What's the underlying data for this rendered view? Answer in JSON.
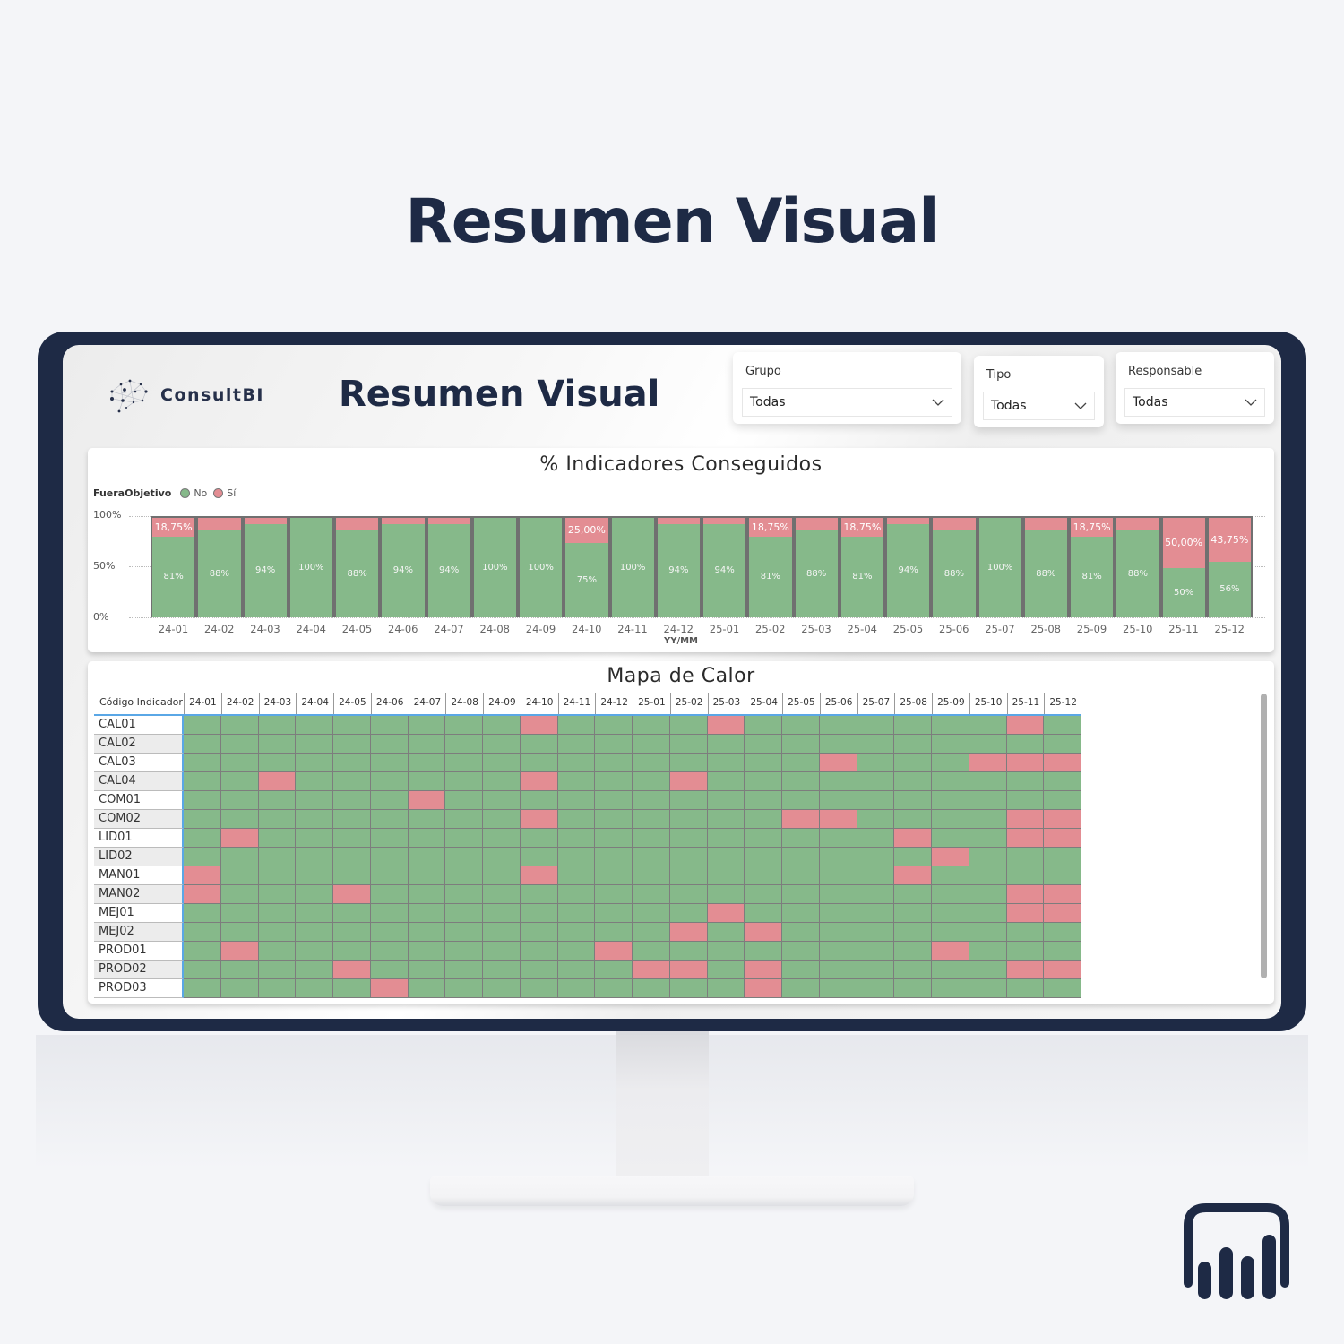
{
  "page": {
    "title": "Resumen Visual"
  },
  "dashboard": {
    "logo_text": "ConsultBI",
    "title": "Resumen Visual",
    "slicers": [
      {
        "label": "Grupo",
        "value": "Todas"
      },
      {
        "label": "Tipo",
        "value": "Todas"
      },
      {
        "label": "Responsable",
        "value": "Todas"
      }
    ]
  },
  "colors": {
    "navy": "#1e2a45",
    "green": "#86b98a",
    "red": "#e38d93",
    "background": "#f4f5f8"
  },
  "chart_data": [
    {
      "type": "bar",
      "stacked": "100%",
      "title": "% Indicadores Conseguidos",
      "xlabel": "YY/MM",
      "ylabel": "",
      "ylim": [
        0,
        100
      ],
      "yticks": [
        "0%",
        "50%",
        "100%"
      ],
      "legend": {
        "title": "FueraObjetivo",
        "entries": [
          "No",
          "Sí"
        ],
        "position": "top-left"
      },
      "categories": [
        "24-01",
        "24-02",
        "24-03",
        "24-04",
        "24-05",
        "24-06",
        "24-07",
        "24-08",
        "24-09",
        "24-10",
        "24-11",
        "24-12",
        "25-01",
        "25-02",
        "25-03",
        "25-04",
        "25-05",
        "25-06",
        "25-07",
        "25-08",
        "25-09",
        "25-10",
        "25-11",
        "25-12"
      ],
      "series": [
        {
          "name": "No",
          "color": "#86b98a",
          "values": [
            81,
            88,
            94,
            100,
            88,
            94,
            94,
            100,
            100,
            75,
            100,
            94,
            94,
            81,
            88,
            81,
            94,
            88,
            100,
            88,
            81,
            88,
            50,
            56
          ],
          "labels": [
            "81%",
            "88%",
            "94%",
            "100%",
            "88%",
            "94%",
            "94%",
            "100%",
            "100%",
            "75%",
            "100%",
            "94%",
            "94%",
            "81%",
            "88%",
            "81%",
            "94%",
            "88%",
            "100%",
            "88%",
            "81%",
            "88%",
            "50%",
            "56%"
          ]
        },
        {
          "name": "Sí",
          "color": "#e38d93",
          "values": [
            18.75,
            12.5,
            6.25,
            0,
            12.5,
            6.25,
            6.25,
            0,
            0,
            25,
            0,
            6.25,
            6.25,
            18.75,
            12.5,
            18.75,
            6.25,
            12.5,
            0,
            12.5,
            18.75,
            12.5,
            50,
            43.75
          ],
          "labels": [
            "18,75%",
            "",
            "",
            "",
            "",
            "",
            "",
            "",
            "",
            "25,00%",
            "",
            "",
            "",
            "18,75%",
            "",
            "18,75%",
            "",
            "",
            "",
            "",
            "18,75%",
            "",
            "50,00%",
            "43,75%"
          ]
        }
      ]
    },
    {
      "type": "heatmap",
      "title": "Mapa de Calor",
      "row_header": "Código Indicador",
      "columns": [
        "24-01",
        "24-02",
        "24-03",
        "24-04",
        "24-05",
        "24-06",
        "24-07",
        "24-08",
        "24-09",
        "24-10",
        "24-11",
        "24-12",
        "25-01",
        "25-02",
        "25-03",
        "25-04",
        "25-05",
        "25-06",
        "25-07",
        "25-08",
        "25-09",
        "25-10",
        "25-11",
        "25-12"
      ],
      "legend": {
        "0": "No (green)",
        "1": "Sí (red)"
      },
      "rows": [
        {
          "code": "CAL01",
          "values": [
            0,
            0,
            0,
            0,
            0,
            0,
            0,
            0,
            0,
            1,
            0,
            0,
            0,
            0,
            1,
            0,
            0,
            0,
            0,
            0,
            0,
            0,
            1,
            0
          ]
        },
        {
          "code": "CAL02",
          "values": [
            0,
            0,
            0,
            0,
            0,
            0,
            0,
            0,
            0,
            0,
            0,
            0,
            0,
            0,
            0,
            0,
            0,
            0,
            0,
            0,
            0,
            0,
            0,
            0
          ]
        },
        {
          "code": "CAL03",
          "values": [
            0,
            0,
            0,
            0,
            0,
            0,
            0,
            0,
            0,
            0,
            0,
            0,
            0,
            0,
            0,
            0,
            0,
            1,
            0,
            0,
            0,
            1,
            1,
            1
          ]
        },
        {
          "code": "CAL04",
          "values": [
            0,
            0,
            1,
            0,
            0,
            0,
            0,
            0,
            0,
            1,
            0,
            0,
            0,
            1,
            0,
            0,
            0,
            0,
            0,
            0,
            0,
            0,
            0,
            0
          ]
        },
        {
          "code": "COM01",
          "values": [
            0,
            0,
            0,
            0,
            0,
            0,
            1,
            0,
            0,
            0,
            0,
            0,
            0,
            0,
            0,
            0,
            0,
            0,
            0,
            0,
            0,
            0,
            0,
            0
          ]
        },
        {
          "code": "COM02",
          "values": [
            0,
            0,
            0,
            0,
            0,
            0,
            0,
            0,
            0,
            1,
            0,
            0,
            0,
            0,
            0,
            0,
            1,
            1,
            0,
            0,
            0,
            0,
            1,
            1
          ]
        },
        {
          "code": "LID01",
          "values": [
            0,
            1,
            0,
            0,
            0,
            0,
            0,
            0,
            0,
            0,
            0,
            0,
            0,
            0,
            0,
            0,
            0,
            0,
            0,
            1,
            0,
            0,
            1,
            1
          ]
        },
        {
          "code": "LID02",
          "values": [
            0,
            0,
            0,
            0,
            0,
            0,
            0,
            0,
            0,
            0,
            0,
            0,
            0,
            0,
            0,
            0,
            0,
            0,
            0,
            0,
            1,
            0,
            0,
            0
          ]
        },
        {
          "code": "MAN01",
          "values": [
            1,
            0,
            0,
            0,
            0,
            0,
            0,
            0,
            0,
            1,
            0,
            0,
            0,
            0,
            0,
            0,
            0,
            0,
            0,
            1,
            0,
            0,
            0,
            0
          ]
        },
        {
          "code": "MAN02",
          "values": [
            1,
            0,
            0,
            0,
            1,
            0,
            0,
            0,
            0,
            0,
            0,
            0,
            0,
            0,
            0,
            0,
            0,
            0,
            0,
            0,
            0,
            0,
            1,
            1
          ]
        },
        {
          "code": "MEJ01",
          "values": [
            0,
            0,
            0,
            0,
            0,
            0,
            0,
            0,
            0,
            0,
            0,
            0,
            0,
            0,
            1,
            0,
            0,
            0,
            0,
            0,
            0,
            0,
            1,
            1
          ]
        },
        {
          "code": "MEJ02",
          "values": [
            0,
            0,
            0,
            0,
            0,
            0,
            0,
            0,
            0,
            0,
            0,
            0,
            0,
            1,
            0,
            1,
            0,
            0,
            0,
            0,
            0,
            0,
            0,
            0
          ]
        },
        {
          "code": "PROD01",
          "values": [
            0,
            1,
            0,
            0,
            0,
            0,
            0,
            0,
            0,
            0,
            0,
            1,
            0,
            0,
            0,
            0,
            0,
            0,
            0,
            0,
            1,
            0,
            0,
            0
          ]
        },
        {
          "code": "PROD02",
          "values": [
            0,
            0,
            0,
            0,
            1,
            0,
            0,
            0,
            0,
            0,
            0,
            0,
            1,
            1,
            0,
            1,
            0,
            0,
            0,
            0,
            0,
            0,
            1,
            1
          ]
        },
        {
          "code": "PROD03",
          "values": [
            0,
            0,
            0,
            0,
            0,
            1,
            0,
            0,
            0,
            0,
            0,
            0,
            0,
            0,
            0,
            1,
            0,
            0,
            0,
            0,
            0,
            0,
            0,
            0
          ]
        }
      ]
    }
  ]
}
